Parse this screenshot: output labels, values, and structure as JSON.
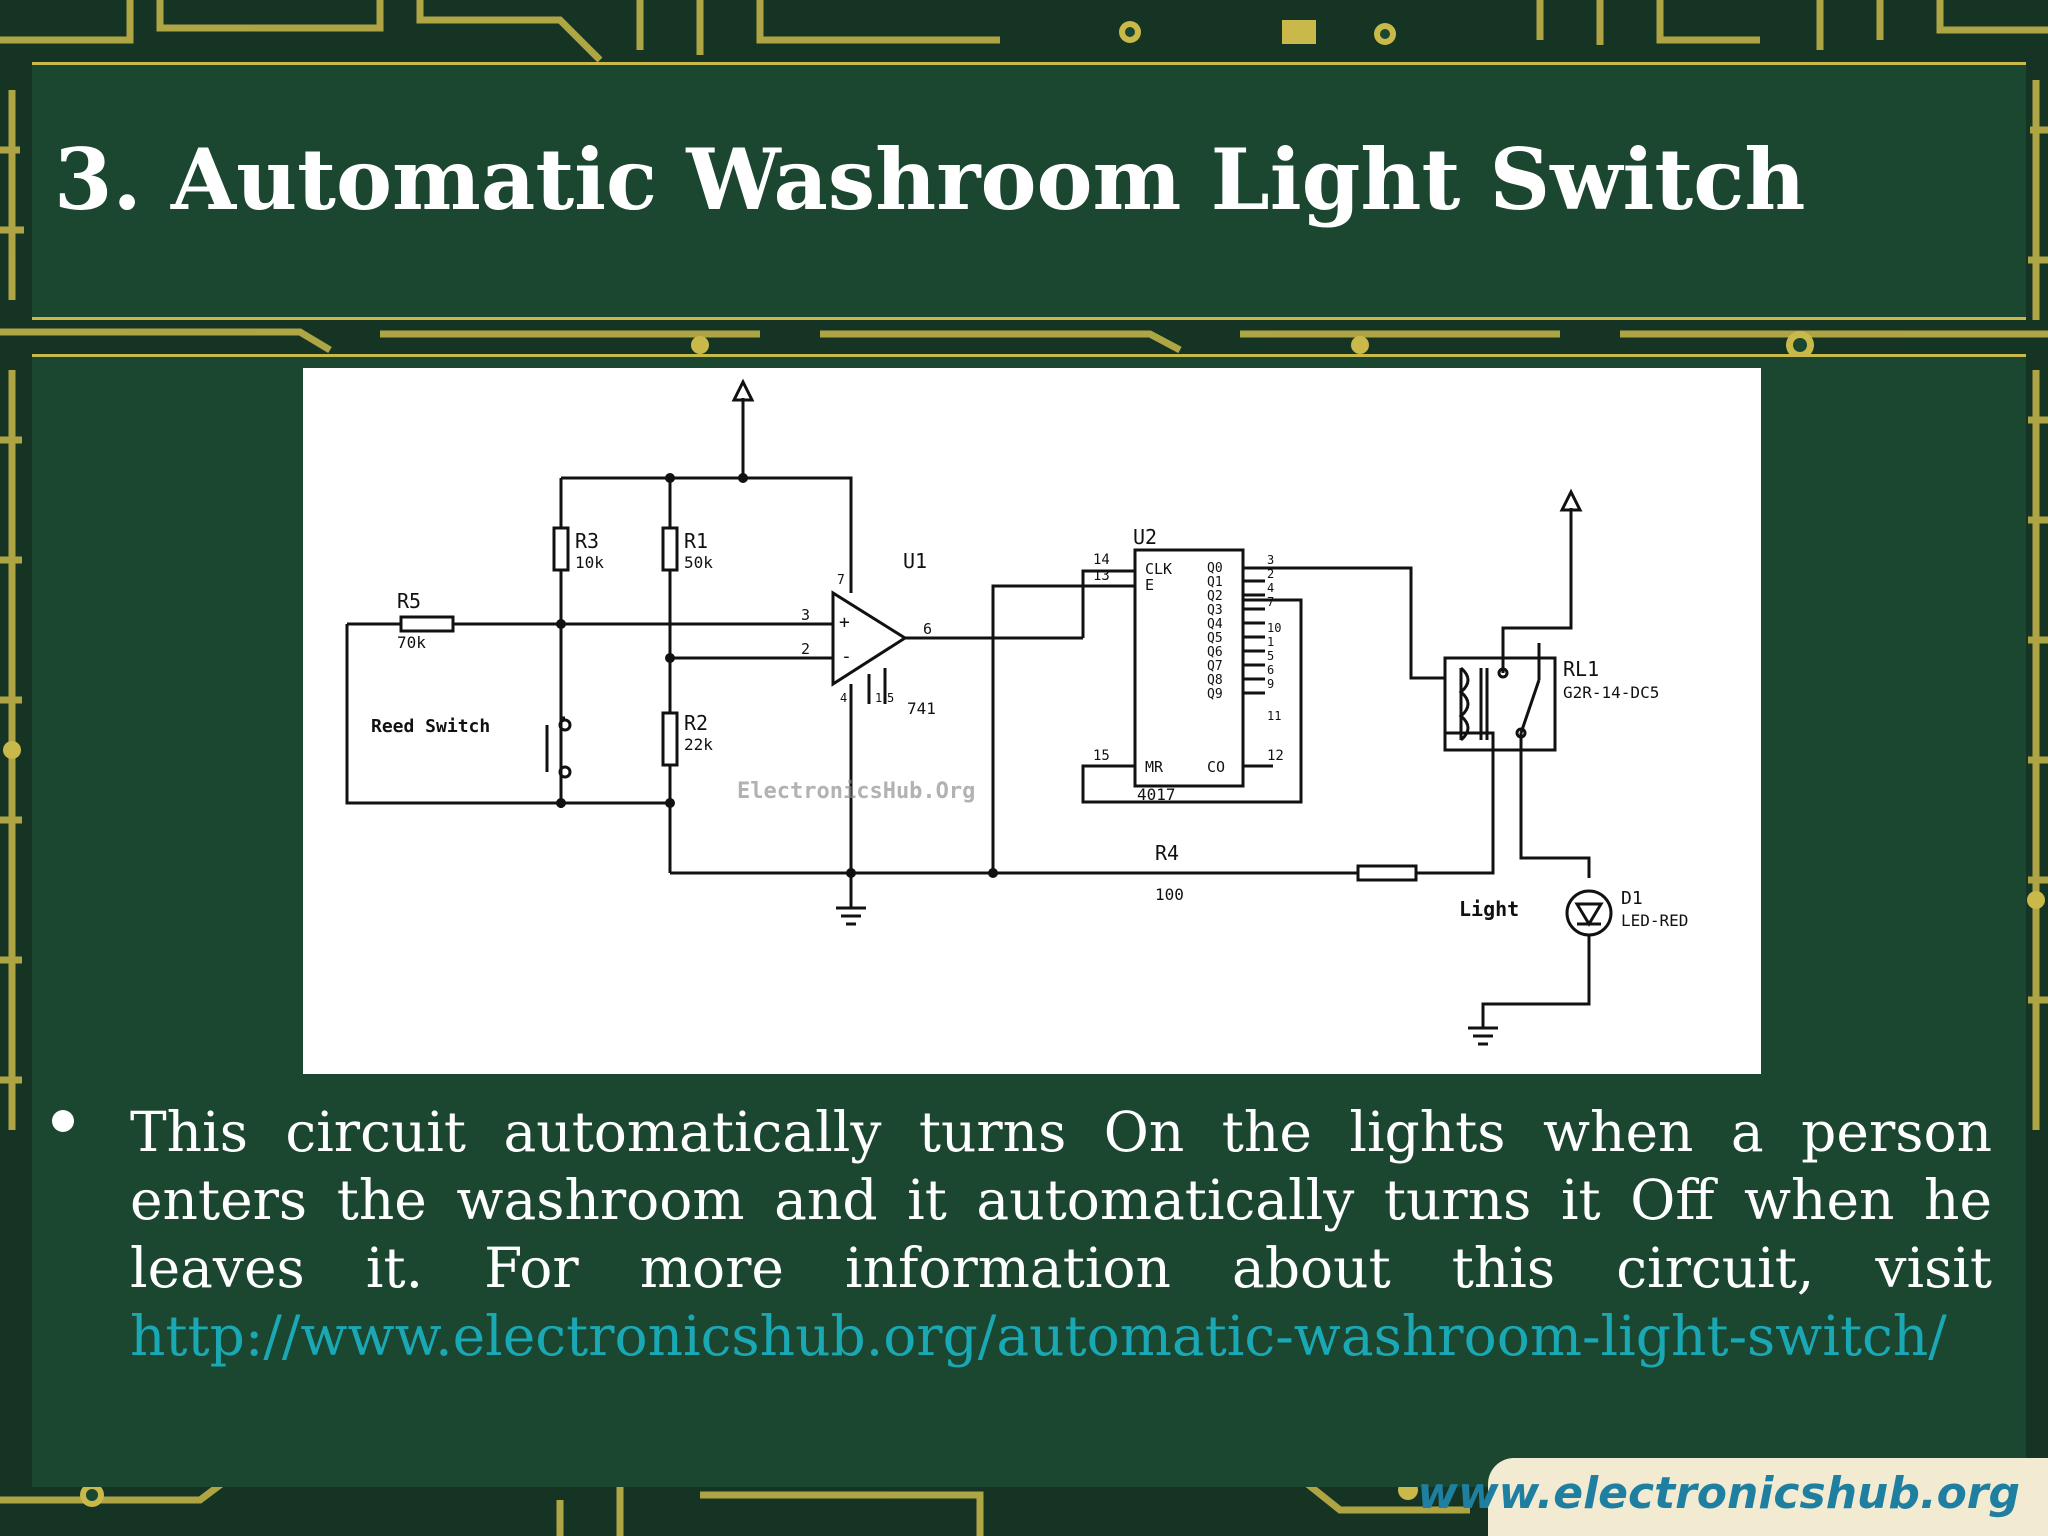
{
  "slide": {
    "title": "3. Automatic Washroom Light Switch",
    "bullet": {
      "text": "This circuit automatically turns On the lights when a person enters the washroom and it automatically turns it Off when he leaves it. For more information about this circuit, visit",
      "link": "http://www.electronicshub.org/automatic-washroom-light-switch/"
    },
    "footer_url": "www.electronicshub.org"
  },
  "diagram": {
    "watermark": "ElectronicsHub.Org",
    "labels": {
      "r5": "R5",
      "r5_val": "70k",
      "r3": "R3",
      "r3_val": "10k",
      "r1": "R1",
      "r1_val": "50k",
      "r2": "R2",
      "r2_val": "22k",
      "r4": "R4",
      "r4_val": "100",
      "reed": "Reed Switch",
      "u1": "U1",
      "u1_part": "741",
      "u1_pin3": "3",
      "u1_pin2": "2",
      "u1_pin6": "6",
      "u1_pin7": "7",
      "u1_pin4": "4",
      "u1_pin1": "1",
      "u1_pin5": "5",
      "u2": "U2",
      "u2_part": "4017",
      "clk": "CLK",
      "e": "E",
      "mr": "MR",
      "co": "CO",
      "pin14": "14",
      "pin13": "13",
      "pin15": "15",
      "pin12": "12",
      "q0": "Q0",
      "q1": "Q1",
      "q2": "Q2",
      "q3": "Q3",
      "q4": "Q4",
      "q5": "Q5",
      "q6": "Q6",
      "q7": "Q7",
      "q8": "Q8",
      "q9": "Q9",
      "qp0": "3",
      "qp1": "2",
      "qp2": "4",
      "qp3": "7",
      "qp4": "10",
      "qp5": "1",
      "qp6": "5",
      "qp7": "6",
      "qp8": "9",
      "qp9": "11",
      "rl1": "RL1",
      "rl1_part": "G2R-14-DC5",
      "light": "Light",
      "d1": "D1",
      "d1_part": "LED-RED"
    }
  },
  "colors": {
    "panel": "#1b4630",
    "trace_gold": "#c9b94a",
    "title_text": "#ffffff",
    "link": "#1aa8b5",
    "footer_bg": "#f3ead2",
    "footer_text": "#1f7fa0"
  }
}
